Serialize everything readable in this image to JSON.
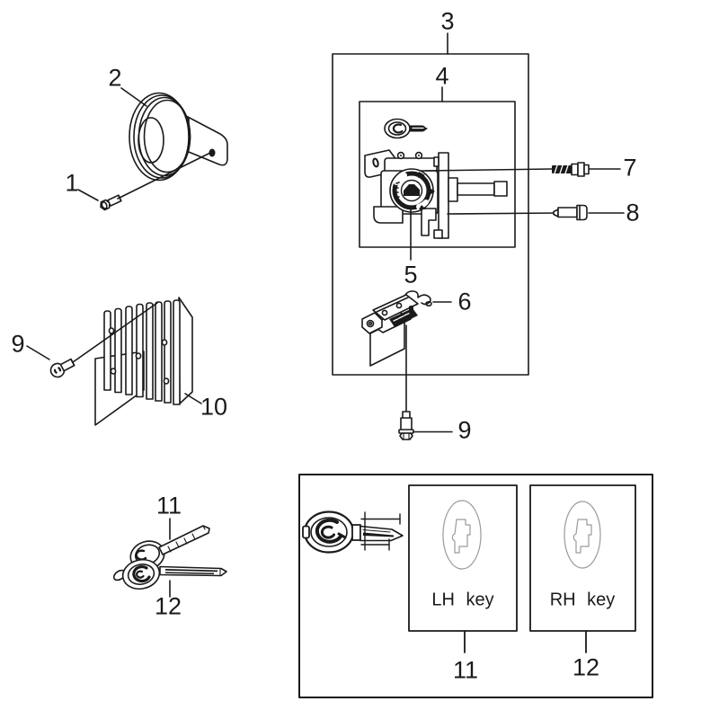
{
  "document": {
    "kind": "parts-diagram-page",
    "background": "#ffffff"
  },
  "colors": {
    "ink": "#1a1a1a",
    "muted_gray": "#9a9a9a",
    "background": "#ffffff"
  },
  "callouts": {
    "c1": "1",
    "c2": "2",
    "c3": "3",
    "c4": "4",
    "c5": "5",
    "c6": "6",
    "c7": "7",
    "c8": "8",
    "c9_left": "9",
    "c9_bottom": "9",
    "c10": "10",
    "c11_keys": "11",
    "c12_keys": "12",
    "c11_box": "11",
    "c12_box": "12"
  },
  "key_box": {
    "lh_label": "LH key",
    "rh_label": "RH key"
  },
  "parts_icons": {
    "1": "hex-flange-bolt-icon",
    "2": "horn-icon",
    "3": "assembly-outer-box",
    "4": "ignition-switch-box",
    "5": "ignition-switch-icon",
    "6": "wire-hook-bracket-icon",
    "7": "threaded-screw-icon",
    "8": "socket-bolt-icon",
    "9": "flange-bolt-icon",
    "10": "regulator-rectifier-icon",
    "11": "lh-key-icon",
    "12": "rh-key-icon"
  }
}
